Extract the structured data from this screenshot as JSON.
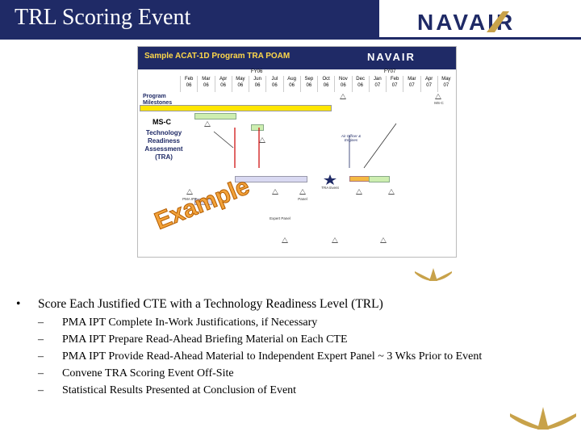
{
  "slide": {
    "title": "TRL Scoring Event",
    "logo_text": "NAVAIR",
    "colors": {
      "navy": "#1f2a66",
      "stamp": "#f2a23a"
    }
  },
  "figure": {
    "title": "Sample ACAT-1D Program TRA POAM",
    "logo_text": "NAVAIR",
    "fy_labels": [
      "FY06",
      "FY07"
    ],
    "months": [
      [
        "Feb",
        "06"
      ],
      [
        "Mar",
        "06"
      ],
      [
        "Apr",
        "06"
      ],
      [
        "May",
        "06"
      ],
      [
        "Jun",
        "06"
      ],
      [
        "Jul",
        "06"
      ],
      [
        "Aug",
        "06"
      ],
      [
        "Sep",
        "06"
      ],
      [
        "Oct",
        "06"
      ],
      [
        "Nov",
        "06"
      ],
      [
        "Dec",
        "06"
      ],
      [
        "Jan",
        "07"
      ],
      [
        "Feb",
        "07"
      ],
      [
        "Mar",
        "07"
      ],
      [
        "Apr",
        "07"
      ],
      [
        "May",
        "07"
      ]
    ],
    "row_labels": {
      "milestones": "Program Milestones",
      "msc": "MS-C",
      "tra": "Technology Readiness Assessment (TRA)"
    },
    "annotations": {
      "ms_c_right": "MS-C",
      "tra_event": "TRA Event",
      "air_ifaceted": "Air Officer & Engines",
      "ipt": "PMA IPT",
      "panel": "Panel",
      "expert": "Expert Panel"
    },
    "stamp": "Example"
  },
  "bullets": {
    "main": "Score Each Justified CTE with a Technology Readiness Level (TRL)",
    "marker": "•",
    "dash": "–",
    "items": [
      "PMA IPT Complete In-Work Justifications, if Necessary",
      "PMA IPT Prepare Read-Ahead Briefing Material on Each CTE",
      "PMA IPT Provide Read-Ahead Material to Independent Expert Panel ~ 3 Wks Prior to Event",
      "Convene TRA Scoring Event Off-Site",
      "Statistical Results Presented at Conclusion of Event"
    ]
  }
}
